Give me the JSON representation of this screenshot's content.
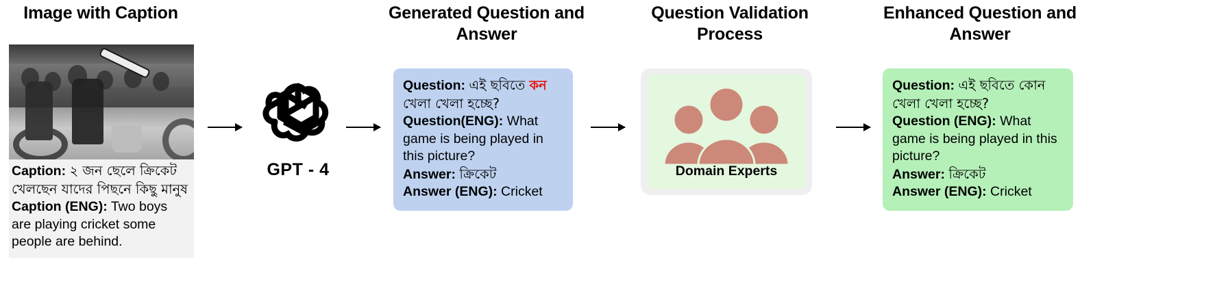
{
  "columns": {
    "image_caption_title": "Image with Caption",
    "generated_title": "Generated Question and Answer",
    "validation_title": "Question Validation Process",
    "enhanced_title": "Enhanced Question and Answer"
  },
  "image_panel": {
    "photo_alt": "black-and-white photo of two boys playing street cricket with onlookers behind",
    "caption_label": "Caption:",
    "caption_bn": "২ জন ছেলে ক্রিকেট খেলছেন যাদের পিছনে কিছু মানুষ",
    "caption_eng_label": "Caption (ENG):",
    "caption_eng": "Two boys are playing cricket some people are behind."
  },
  "model": {
    "logo_name": "openai-logo",
    "label": "GPT - 4"
  },
  "generated": {
    "question_label": "Question:",
    "question_bn_before": "এই ছবিতে ",
    "question_bn_error": "কন",
    "question_bn_after": " খেলা খেলা হচ্ছে?",
    "question_eng_label": "Question(ENG):",
    "question_eng": " What game is being played in this picture?",
    "answer_label": "Answer:",
    "answer_bn": "ক্রিকেট",
    "answer_eng_label": "Answer (ENG):",
    "answer_eng": "Cricket"
  },
  "validation": {
    "experts_label": "Domain Experts",
    "expert_icon_name": "person-icon",
    "expert_count": 3
  },
  "enhanced": {
    "question_label": "Question:",
    "question_bn": "এই ছবিতে কোন খেলা খেলা হচ্ছে?",
    "question_eng_label": "Question (ENG):",
    "question_eng": " What game is being played in this picture?",
    "answer_label": "Answer:",
    "answer_bn": "ক্রিকেট",
    "answer_eng_label": "Answer (ENG):",
    "answer_eng": "Cricket"
  },
  "colors": {
    "generated_box_bg": "#bed2f0",
    "enhanced_box_bg": "#b5f0b9",
    "validation_inner_bg": "#e4f7df",
    "validation_outer_bg": "#efefef",
    "expert_figure": "#cc8878",
    "error_highlight": "#e8140f",
    "arrow": "#000000"
  }
}
